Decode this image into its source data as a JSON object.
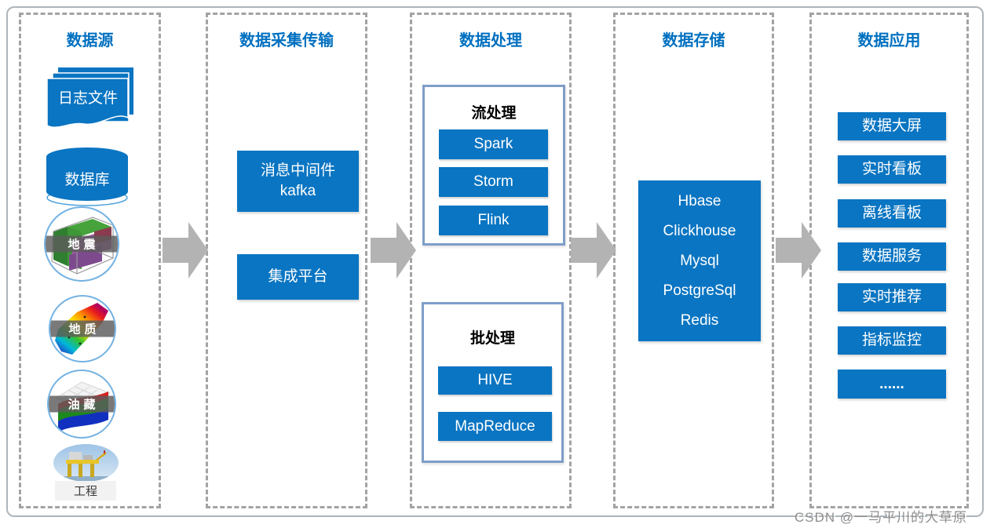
{
  "diagram": {
    "watermark": "CSDN @一马平川的大草原",
    "colors": {
      "primary_blue": "#0A75C2",
      "title_blue": "#0070C0",
      "arrow_gray": "#B3B3B3",
      "dashed_border_gray": "#A3A3A3",
      "inner_border_blue": "#7F9DC8"
    },
    "columns": {
      "source": {
        "title": "数据源",
        "log_file_label": "日志文件",
        "database_label": "数据库",
        "seismic_label": "地震",
        "geology_label": "地质",
        "reservoir_label": "油藏",
        "engineering_label": "工程"
      },
      "collection": {
        "title": "数据采集传输",
        "middleware_line1": "消息中间件",
        "middleware_line2": "kafka",
        "integration_label": "集成平台"
      },
      "processing": {
        "title": "数据处理",
        "stream_title": "流处理",
        "stream_items": [
          "Spark",
          "Storm",
          "Flink"
        ],
        "batch_title": "批处理",
        "batch_items": [
          "HIVE",
          "MapReduce"
        ]
      },
      "storage": {
        "title": "数据存储",
        "items": [
          "Hbase",
          "Clickhouse",
          "Mysql",
          "PostgreSql",
          "Redis"
        ]
      },
      "application": {
        "title": "数据应用",
        "items": [
          "数据大屏",
          "实时看板",
          "离线看板",
          "数据服务",
          "实时推荐",
          "指标监控",
          "......"
        ]
      }
    }
  }
}
